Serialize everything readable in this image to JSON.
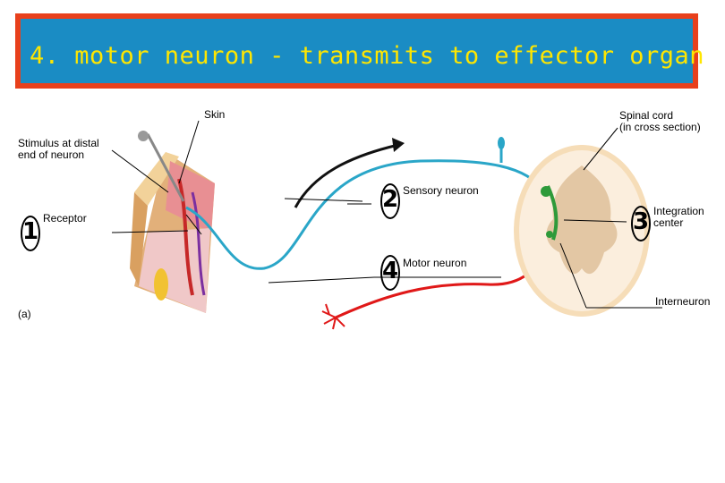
{
  "title": "4.  motor neuron - transmits to effector organ",
  "labels": {
    "skin": "Skin",
    "spinal_cord_line1": "Spinal cord",
    "spinal_cord_line2": "(in cross section)",
    "stimulus_line1": "Stimulus at distal",
    "stimulus_line2": "end of neuron",
    "sensory_neuron": "Sensory neuron",
    "integration_line1": "Integration",
    "integration_line2": "center",
    "receptor": "Receptor",
    "motor_neuron": "Motor neuron",
    "interneuron": "Interneuron",
    "panel": "(a)"
  },
  "steps": [
    "1",
    "2",
    "3",
    "4"
  ],
  "colors": {
    "title_border": "#e8401c",
    "title_fill": "#1a8cc4",
    "title_text": "#ffe600",
    "sensory": "#2aa6c8",
    "motor": "#e01818",
    "interneuron": "#2e9a3a"
  }
}
